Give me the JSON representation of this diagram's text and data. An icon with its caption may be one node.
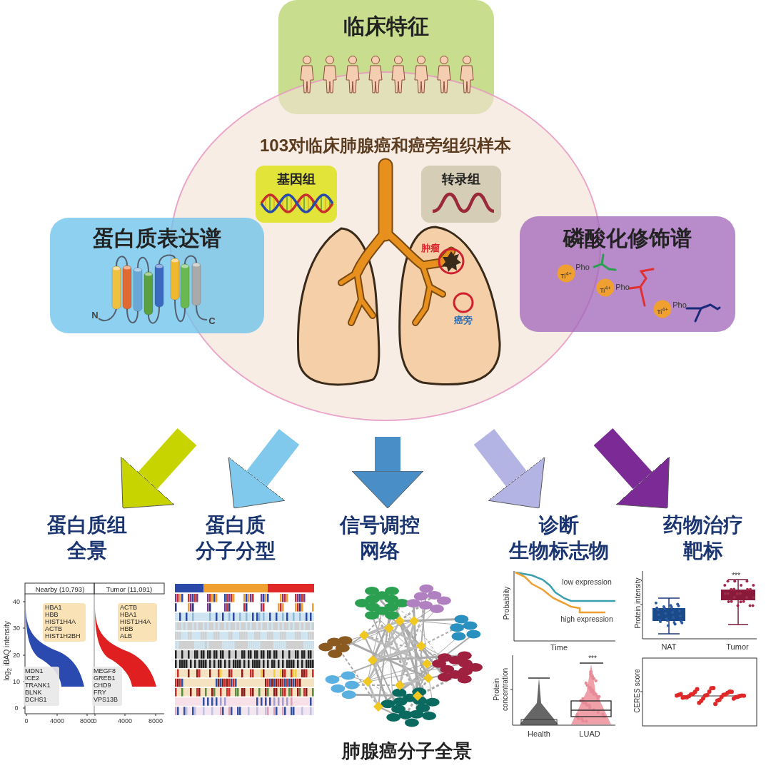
{
  "diagram": {
    "caption": "肺腺癌分子全景",
    "nodes": [
      {
        "text": [
          "临床特征"
        ]
      },
      {
        "text": [
          "103对临床肺腺癌和癌旁组织样本"
        ]
      },
      {
        "text": [
          "基因组"
        ],
        "in": 1
      },
      {
        "text": [
          "转录组"
        ],
        "in": 1
      },
      {
        "text": [
          "蛋白质表达谱"
        ]
      },
      {
        "text": [
          "磷酸化修饰谱"
        ]
      },
      {
        "text": [
          "蛋白质组全景"
        ]
      },
      {
        "text": [
          "蛋白质分子分型"
        ]
      },
      {
        "text": [
          "信号调控网络"
        ]
      },
      {
        "text": [
          "诊断生物标志物"
        ]
      },
      {
        "text": [
          "药物治疗靶标"
        ]
      }
    ],
    "edges": [
      {
        "from": null,
        "to": 6,
        "arrow": "to",
        "color": "#c8d400"
      },
      {
        "from": null,
        "to": 7,
        "arrow": "to",
        "color": "#80c8ec"
      },
      {
        "from": null,
        "to": 8,
        "arrow": "to",
        "color": "#4a8ec8"
      },
      {
        "from": null,
        "to": 9,
        "arrow": "to",
        "color": "#b4b4e4"
      },
      {
        "from": null,
        "to": 10,
        "arrow": "to",
        "color": "#7b2a96"
      }
    ],
    "labels": [
      "肿瘤",
      "Ti$^{4+}$",
      "Pho",
      "Ti$^{4+}$",
      "Pho",
      "癌旁",
      "Ti$^{4+}$",
      "Pho",
      "N",
      "C",
      "Nearby (10,793)",
      "Tumor (11,091)",
      "40",
      "30",
      "20",
      "10",
      "0",
      "log$_{2}$ iBAQ intensity",
      "HBA1",
      "HBB",
      "HIST1H4A",
      "ACTB",
      "HIST1H2BH",
      "ACTB",
      "HBA1",
      "HIST1H4A",
      "HBB",
      "ALB",
      "MDN1",
      "ICE2",
      "TRANK1",
      "BLNK",
      "DCHS1",
      "MEGF8",
      "GREB1",
      "CHD9",
      "FRY",
      "VPS13B",
      "0",
      "4000",
      "8000",
      "0",
      "4000",
      "8000",
      "low expression",
      "Probability",
      "high expression",
      "Time",
      "***",
      "Protein intensity",
      "NAT",
      "Tumor",
      "Protein concentration",
      "***",
      "Health",
      "LUAD",
      "CERES score"
    ]
  }
}
